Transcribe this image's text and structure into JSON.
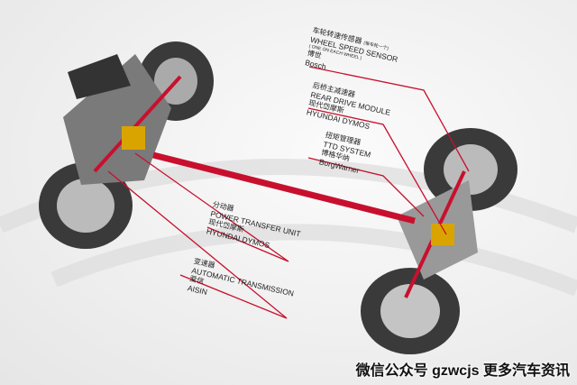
{
  "labels": {
    "wheel_sensor": {
      "cn": "车轮转速传感器",
      "note": "(每车轮一个)",
      "en": "WHEEL SPEED SENSOR",
      "sub": "( ONE ON EACH WHEEL )",
      "cn2": "博世",
      "brand": "Bosch"
    },
    "rear_drive": {
      "cn": "后桥主减速器",
      "en": "REAR DRIVE MODULE",
      "cn2": "现代岱摩斯",
      "brand": "HYUNDAI DYMOS"
    },
    "ttd": {
      "cn": "扭矩管理器",
      "en": "TTD SYSTEM",
      "cn2": "博格华纳",
      "brand": "BorgWarner"
    },
    "ptu": {
      "cn": "分动器",
      "en": "POWER TRANSFER UNIT",
      "cn2": "现代岱摩斯",
      "brand": "HYUNDAI DYMOS"
    },
    "transmission": {
      "cn": "变速器",
      "en": "AUTOMATIC TRANSMISSION",
      "cn2": "爱信",
      "brand": "AISIN"
    }
  },
  "watermark": "微信公众号 gzwcjs 更多汽车资讯",
  "colors": {
    "accent": "#c8102e",
    "gold": "#d9a400"
  }
}
